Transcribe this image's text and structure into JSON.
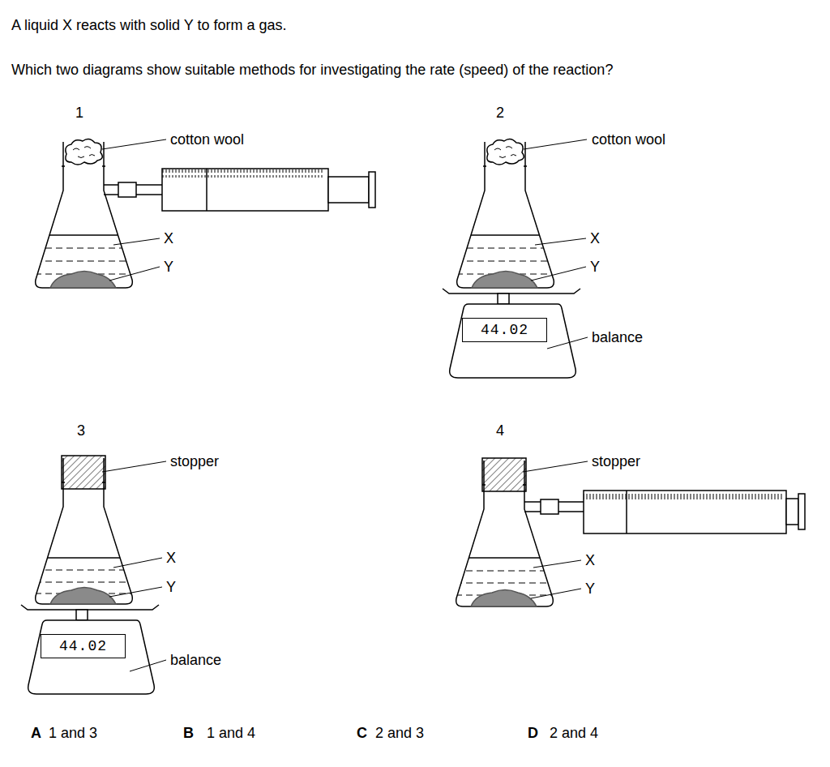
{
  "diagram": {
    "title": "A liquid X reacts with solid Y to form a gas.",
    "nodes": [
      {
        "text": [
          "44.02"
        ]
      },
      {
        "text": [
          "44.02"
        ]
      }
    ],
    "labels": [
      "Which two diagrams show suitable methods for investigating the rate (speed) of the reaction?",
      "1",
      "cotton wool",
      "X",
      "Y",
      "2",
      "cotton wool",
      "X",
      "Y",
      "balance",
      "3",
      "stopper",
      "X",
      "Y",
      "balance",
      "4",
      "stopper",
      "X",
      "Y",
      "A",
      "1 and 3",
      "B",
      "1 and 4",
      "C",
      "2 and 3",
      "D",
      "2 and 4"
    ]
  }
}
